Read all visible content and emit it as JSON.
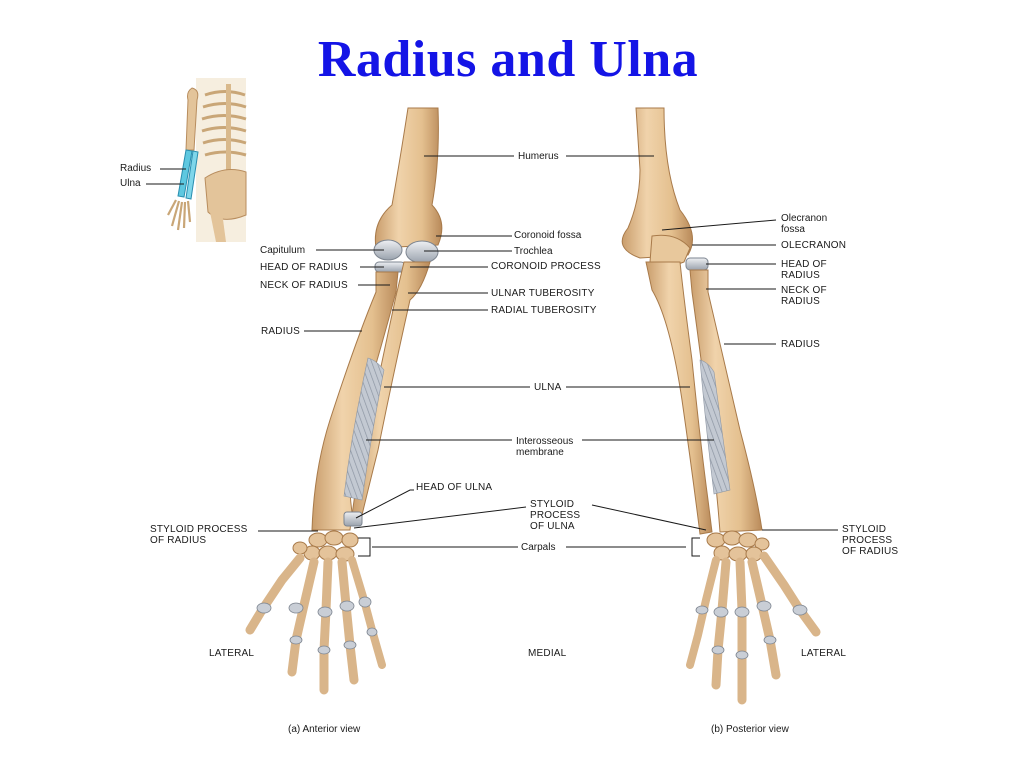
{
  "title": "Radius and Ulna",
  "inset": {
    "labels": {
      "radius": "Radius",
      "ulna": "Ulna"
    }
  },
  "anterior": {
    "caption": "(a) Anterior view",
    "labels": {
      "humerus": "Humerus",
      "coronoid_fossa": "Coronoid fossa",
      "capitulum": "Capitulum",
      "trochlea": "Trochlea",
      "head_of_radius": "HEAD OF RADIUS",
      "coronoid_process": "CORONOID PROCESS",
      "neck_of_radius": "NECK OF RADIUS",
      "ulnar_tuberosity": "ULNAR TUBEROSITY",
      "radial_tuberosity": "RADIAL TUBEROSITY",
      "radius": "RADIUS",
      "ulna": "ULNA",
      "interosseous_membrane": "Interosseous\nmembrane",
      "head_of_ulna": "HEAD OF ULNA",
      "styloid_process_of_ulna": "STYLOID\nPROCESS\nOF ULNA",
      "styloid_process_of_radius": "STYLOID PROCESS\nOF RADIUS",
      "carpals": "Carpals",
      "lateral": "LATERAL",
      "medial": "MEDIAL"
    }
  },
  "posterior": {
    "caption": "(b) Posterior view",
    "labels": {
      "olecranon_fossa": "Olecranon\nfossa",
      "olecranon": "OLECRANON",
      "head_of_radius": "HEAD OF\nRADIUS",
      "neck_of_radius": "NECK OF\nRADIUS",
      "radius": "RADIUS",
      "styloid_process_of_radius": "STYLOID\nPROCESS\nOF RADIUS",
      "lateral": "LATERAL"
    }
  },
  "colors": {
    "title": "#1414e6",
    "bone": "#e9c9a0",
    "bone_shade": "#c99d6c",
    "cartilage": "#c9ced6",
    "membrane": "#aeb6c2",
    "leader_line": "#1a1a1a",
    "inset_highlight": "#5ec8e0"
  }
}
